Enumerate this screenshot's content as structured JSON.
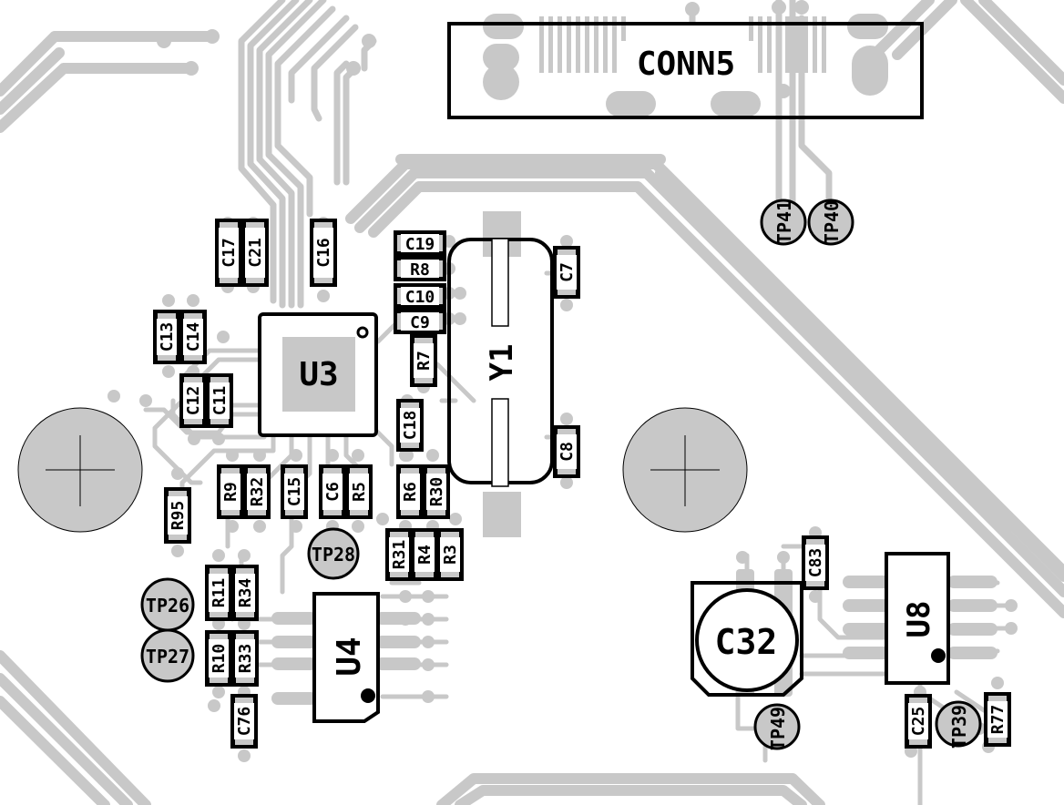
{
  "colors": {
    "background": "#ffffff",
    "copper": "#c8c8c8",
    "silkscreen": "#000000"
  },
  "connector": {
    "label": "CONN5"
  },
  "ics": {
    "u3": "U3",
    "u4": "U4",
    "u8": "U8",
    "y1": "Y1",
    "c32": "C32"
  },
  "labels": {
    "c17": "C17",
    "c21": "C21",
    "c16": "C16",
    "c13": "C13",
    "c14": "C14",
    "c12": "C12",
    "c11": "C11",
    "c19": "C19",
    "r8": "R8",
    "c10": "C10",
    "c9": "C9",
    "r7": "R7",
    "c18": "C18",
    "c7": "C7",
    "c8": "C8",
    "r9": "R9",
    "r32": "R32",
    "c15": "C15",
    "c6": "C6",
    "r5": "R5",
    "r6": "R6",
    "r30": "R30",
    "r95": "R95",
    "r31": "R31",
    "r4": "R4",
    "r3": "R3",
    "r11": "R11",
    "r34": "R34",
    "r10": "R10",
    "r33": "R33",
    "c76": "C76",
    "c83": "C83",
    "c25": "C25",
    "r77": "R77"
  },
  "test_points": {
    "tp41": "TP41",
    "tp40": "TP40",
    "tp28": "TP28",
    "tp26": "TP26",
    "tp27": "TP27",
    "tp49": "TP49",
    "tp39": "TP39"
  }
}
